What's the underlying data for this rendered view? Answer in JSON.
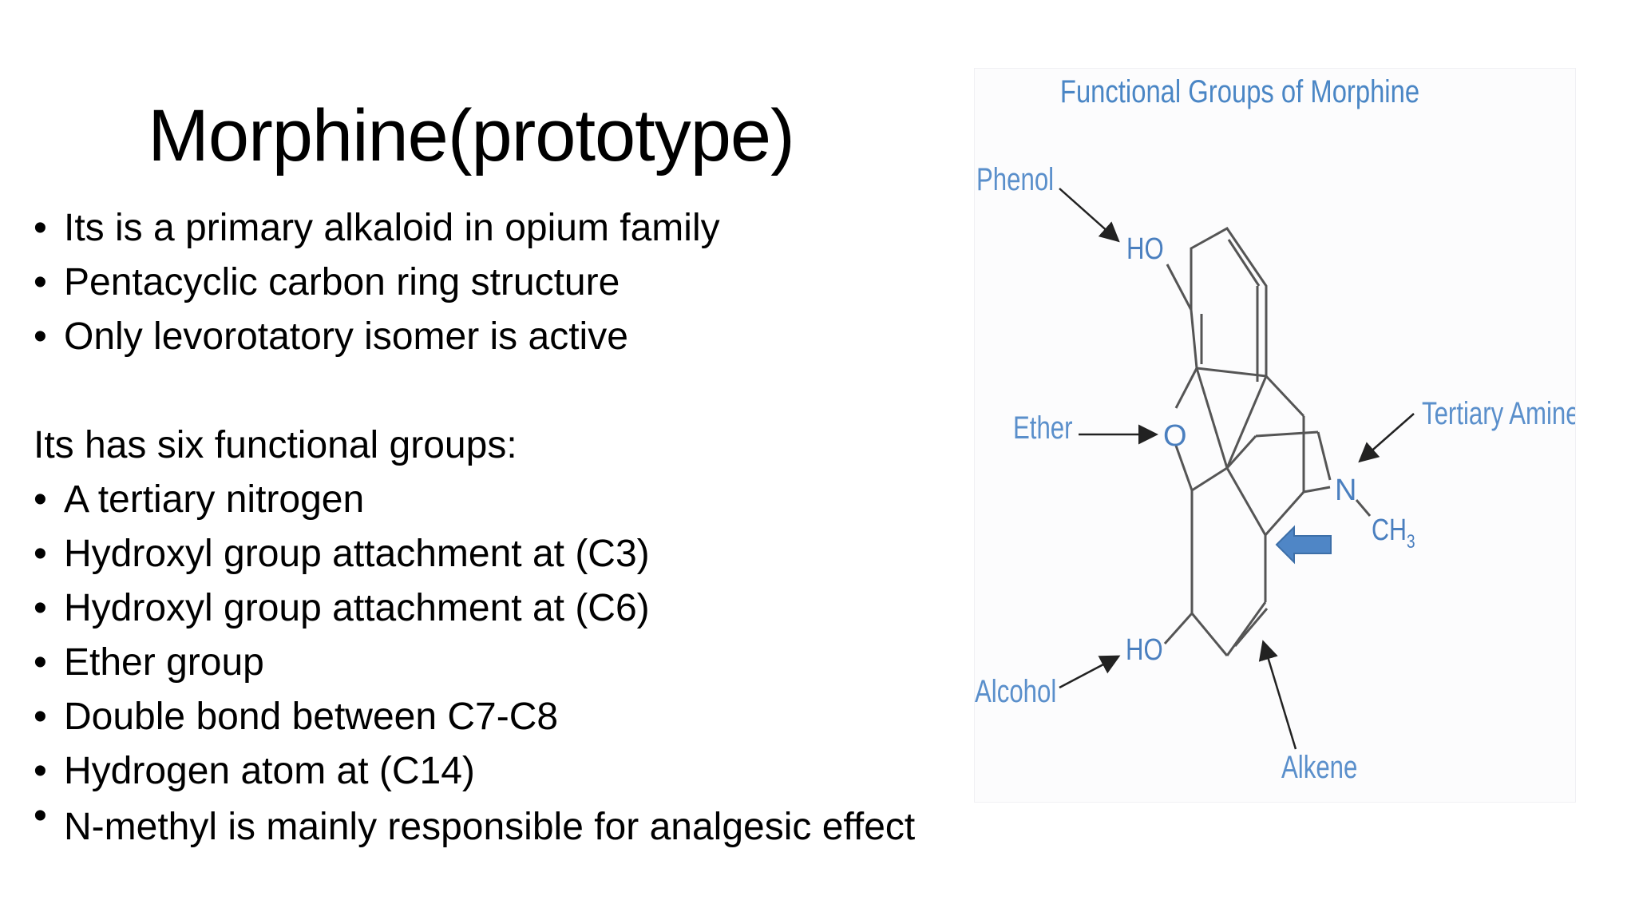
{
  "slide": {
    "title": "Morphine(prototype)",
    "intro_bullets": [
      "Its is a primary alkaloid in opium family",
      "Pentacyclic carbon ring structure",
      "Only levorotatory isomer is active"
    ],
    "groups_heading": "Its has six functional groups:",
    "group_bullets": [
      "A tertiary nitrogen",
      "Hydroxyl group attachment at (C3)",
      "Hydroxyl group attachment at (C6)",
      "Ether group",
      "Double bond between C7-C8",
      "Hydrogen atom at (C14)",
      "N-methyl is mainly responsible for analgesic effect"
    ]
  },
  "figure": {
    "title": "Functional Groups of Morphine",
    "labels": {
      "phenol": "Phenol",
      "ether": "Ether",
      "alcohol": "Alcohol",
      "tertiary_amine": "Tertiary Amine",
      "alkene": "Alkene"
    },
    "atoms": {
      "phenol_oh": "HO",
      "ether_o": "O",
      "alcohol_oh": "HO",
      "nitrogen": "N",
      "methyl": "CH",
      "methyl_sub": "3"
    },
    "colors": {
      "text": "#5a8fcb",
      "bond": "#555555",
      "highlight_arrow": "#4f86c6"
    }
  }
}
